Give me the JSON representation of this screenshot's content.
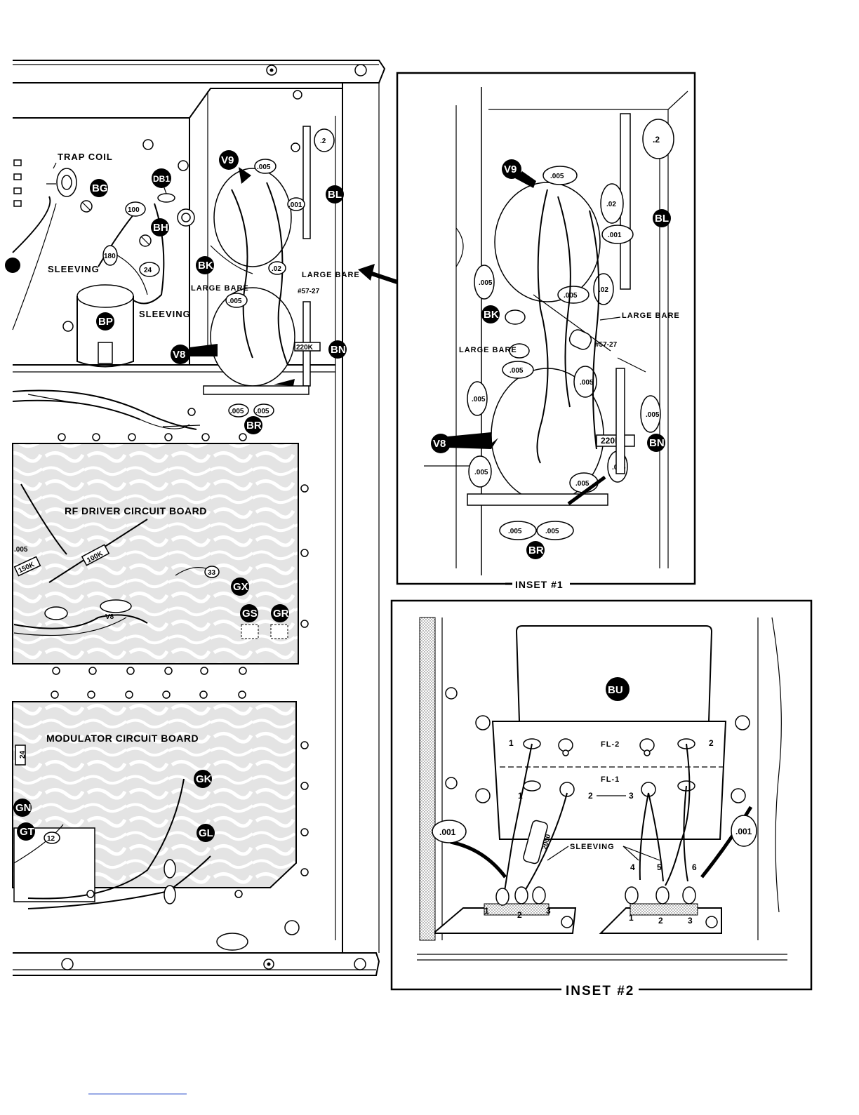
{
  "main": {
    "labels": {
      "trap_coil": "TRAP COIL",
      "sleeving_1": "SLEEVING",
      "sleeving_2": "SLEEVING",
      "large_bare_1": "LARGE BARE",
      "large_bare_2": "LARGE BARE",
      "wire_no": "#57-27",
      "rf_board": "RF DRIVER CIRCUIT BOARD",
      "mod_board": "MODULATOR CIRCUIT BOARD"
    },
    "tags": [
      "BG",
      "DB1",
      "BH",
      "BL",
      "BK",
      "BP",
      "V9",
      "V8",
      "BN",
      "BR",
      "GX",
      "GS",
      "GR",
      "GK",
      "GL",
      "GN",
      "GT"
    ],
    "values": {
      "cap_005": ".005",
      "cap_001": ".001",
      "cap_02": ".02",
      "cap_2": ".2",
      "res_100": "100",
      "res_100k": "100K",
      "res_150k": "150K",
      "res_220k": "220K",
      "r_24": "24",
      "r_12": "12",
      "r_33": "33",
      "r_180": "180",
      "v8_pin": "V8"
    }
  },
  "inset1": {
    "caption": "INSET #1",
    "large_bare_top": "LARGE BARE",
    "large_bare_left": "LARGE BARE",
    "wire_no": "#57-27",
    "tags": [
      "V9",
      "BL",
      "BK",
      "V8",
      "BN",
      "BR"
    ],
    "cap_005": ".005",
    "cap_001": ".001",
    "cap_02": ".02",
    "cap_2": ".2",
    "res_220k": "220K"
  },
  "inset2": {
    "caption": "INSET #2",
    "tag": "BU",
    "fl2": "FL-2",
    "fl1": "FL-1",
    "sleeving": "SLEEVING",
    "cap_left": ".001",
    "cap_right": ".001",
    "res_2000": "2000",
    "pins": [
      "1",
      "2",
      "3",
      "4",
      "5",
      "6"
    ]
  }
}
